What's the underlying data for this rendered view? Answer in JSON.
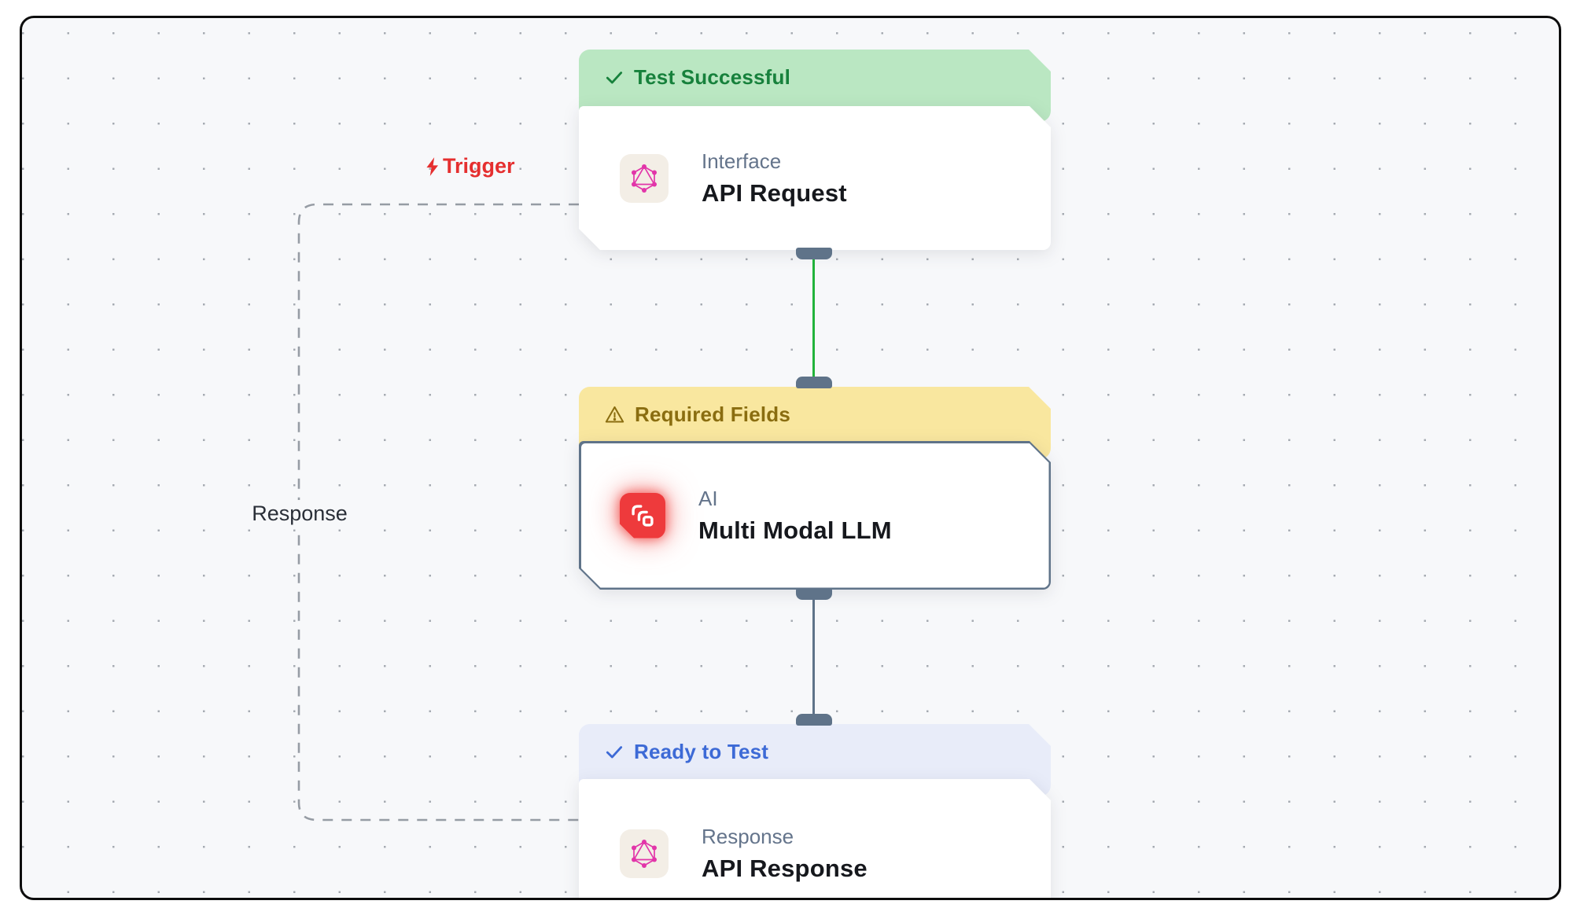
{
  "canvas": {
    "type": "workflow-editor",
    "background": "#f7f8fa",
    "dot_color": "#a5aab1",
    "frame_border_color": "#0d0d0d"
  },
  "nodes": [
    {
      "id": "api-request",
      "status": {
        "label": "Test Successful",
        "icon": "check-icon",
        "bg": "#bae7c2",
        "text_color": "#17813c"
      },
      "category": "Interface",
      "title": "API Request",
      "icon": "graphql-icon",
      "icon_colors": {
        "glyph": "#e235a9",
        "box": "#f3eee6"
      }
    },
    {
      "id": "multi-modal-llm",
      "status": {
        "label": "Required Fields",
        "icon": "warning-icon",
        "bg": "#f9e79f",
        "text_color": "#8a6d10"
      },
      "category": "AI",
      "title": "Multi Modal LLM",
      "icon": "chain-links-icon",
      "icon_colors": {
        "glyph": "#ffffff",
        "box": "#ee3a3c"
      },
      "border_color": "#5f7389"
    },
    {
      "id": "api-response",
      "status": {
        "label": "Ready to Test",
        "icon": "check-icon",
        "bg": "#e8ecf9",
        "text_color": "#3d6ad6"
      },
      "category": "Response",
      "title": "API Response",
      "icon": "graphql-icon",
      "icon_colors": {
        "glyph": "#e235a9",
        "box": "#f3eee6"
      }
    }
  ],
  "edges": {
    "trigger_label": "Trigger",
    "trigger_color": "#e52f2f",
    "response_label": "Response",
    "success_edge_color": "#22b33b",
    "default_edge_color": "#5f7389",
    "dashed_edge_color": "#969ca4"
  }
}
